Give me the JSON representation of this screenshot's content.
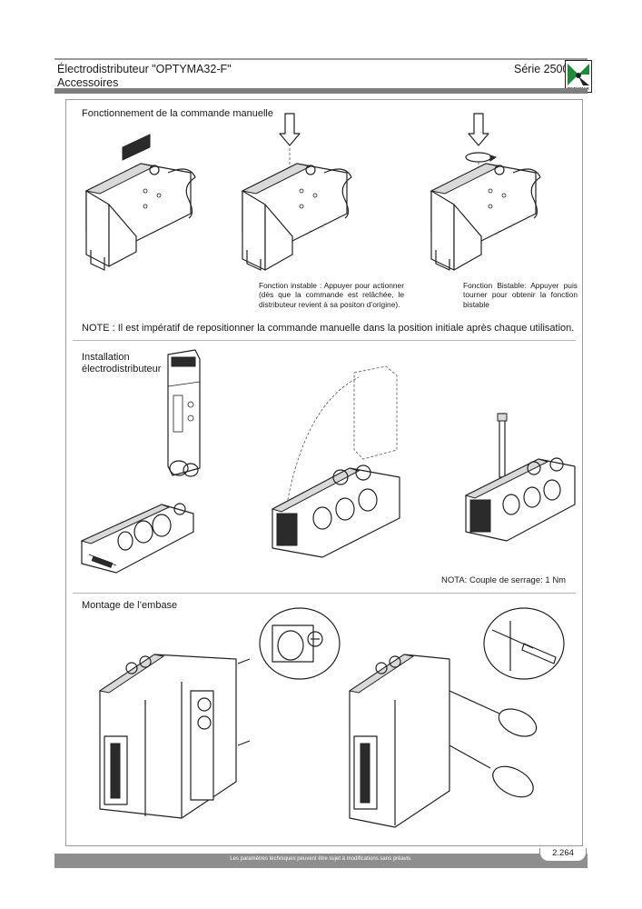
{
  "header": {
    "title_line1": "Électrodistributeur \"OPTYMA32-F\"",
    "title_line2": "Accessoires",
    "series": "Série 2500",
    "logo_text": "PNEUMAX"
  },
  "section_manual": {
    "heading": "Fonctionnement de la commande manuelle",
    "caption_instable": "Fonction instable : Appuyer pour actionner (dès que la commande est relâchée, le distributeur revient à sa positon d’origine).",
    "caption_bistable": "Fonction Bistable: Appuyer puis tourner pour obtenir la fonction bistable",
    "note": "NOTE : Il est impératif de repositionner la commande manuelle dans la position initiale après chaque utilisation."
  },
  "section_install": {
    "heading_line1": "Installation",
    "heading_line2": "électrodistributeur",
    "torque_note": "NOTA: Couple de serrage: 1 Nm"
  },
  "section_mount": {
    "heading": "Montage de l’embase"
  },
  "footer": {
    "disclaimer": "Les paramètres techniques peuvent être sujet à modifications sans préavis.",
    "page_number": "2.264"
  }
}
